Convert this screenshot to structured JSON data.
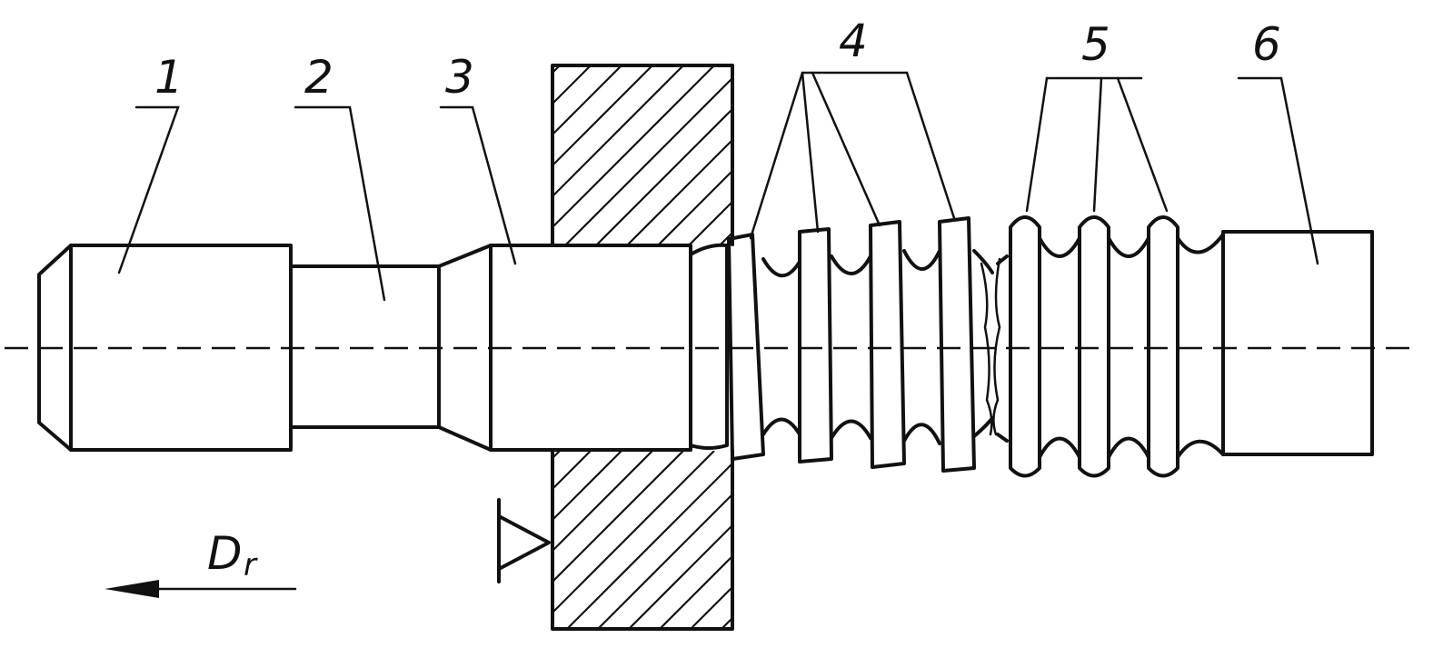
{
  "labels": {
    "l1": "1",
    "l2": "2",
    "l3": "3",
    "l4": "4",
    "l5": "5",
    "l6": "6"
  },
  "direction": {
    "symbol": "D",
    "subscript": "r"
  },
  "colors": {
    "ink": "#111111",
    "background": "#ffffff"
  }
}
